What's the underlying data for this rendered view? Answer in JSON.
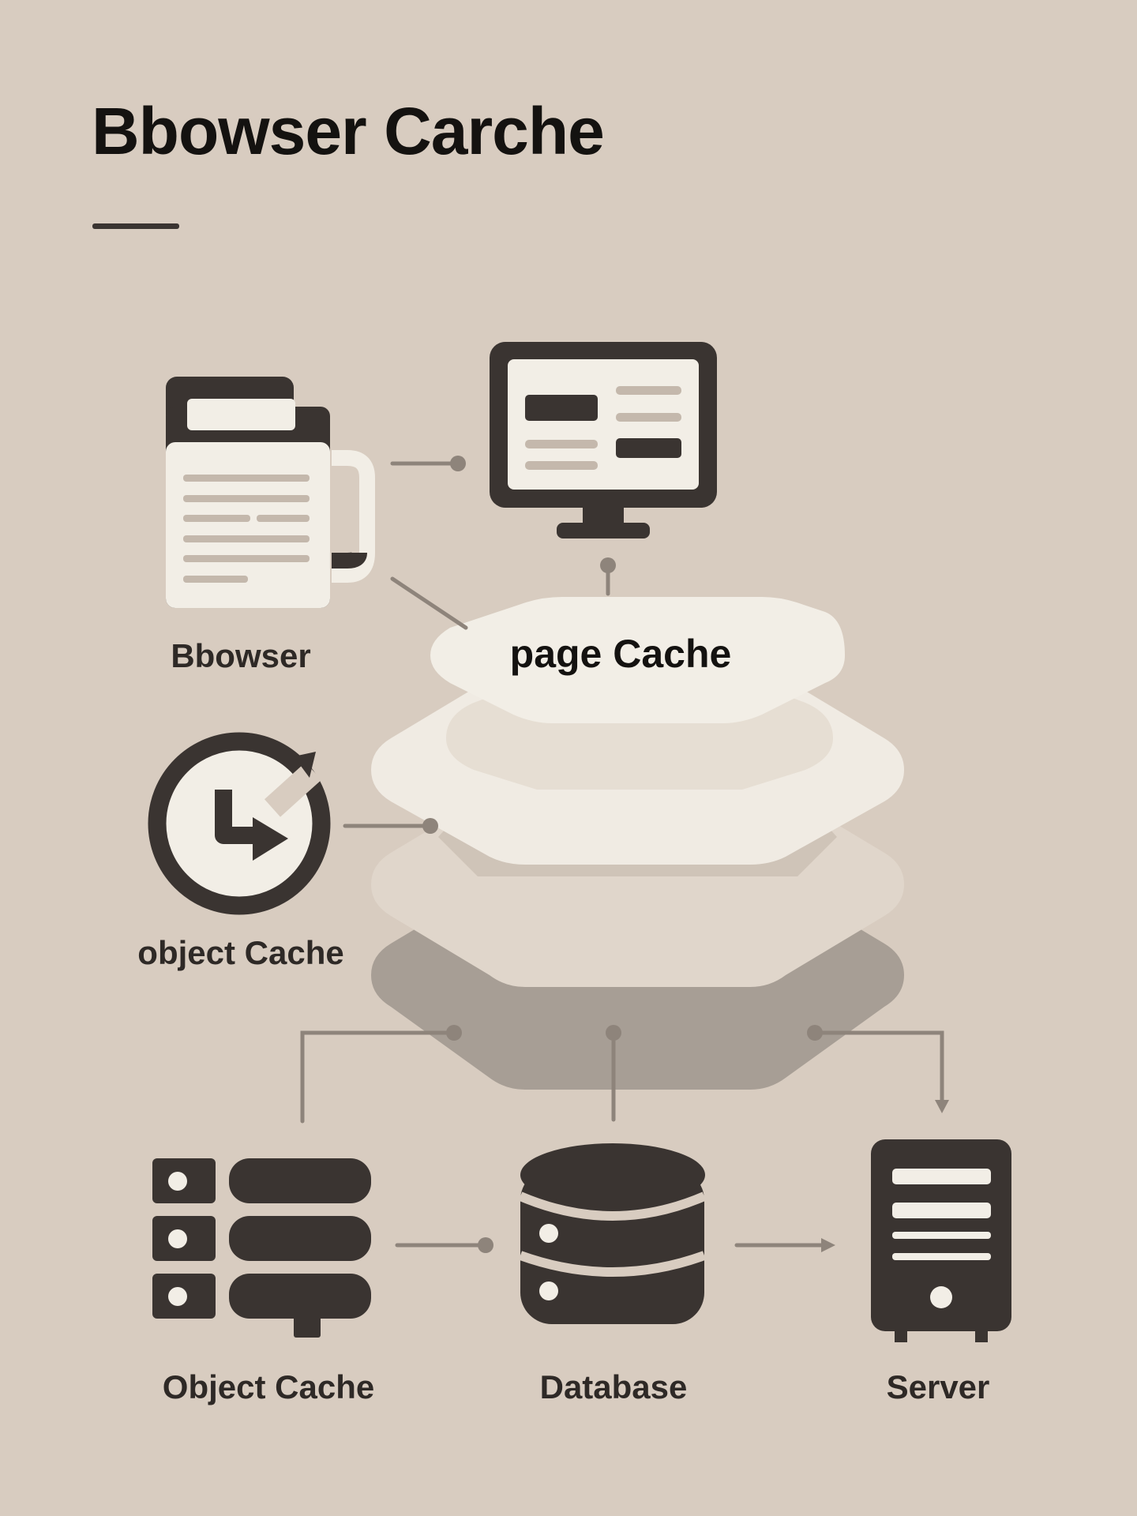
{
  "title": "Bbowser Carche",
  "labels": {
    "browser": "Bbowser",
    "page_cache": "page Cache",
    "object_cache_upper": "object Cache",
    "object_cache": "Object Cache",
    "database": "Database",
    "server": "Server"
  },
  "colors": {
    "background": "#d8ccc0",
    "ink": "#3a3431",
    "cream": "#f2eee6",
    "muted": "#c4b8ac",
    "connector": "#8e847b",
    "bottom_layer": "#a79e95"
  },
  "icons": {
    "browser": "document-mug-icon",
    "monitor": "monitor-icon",
    "clock": "clock-arrow-icon",
    "object_cache": "server-rack-icon",
    "database": "database-icon",
    "server": "server-tower-icon"
  }
}
